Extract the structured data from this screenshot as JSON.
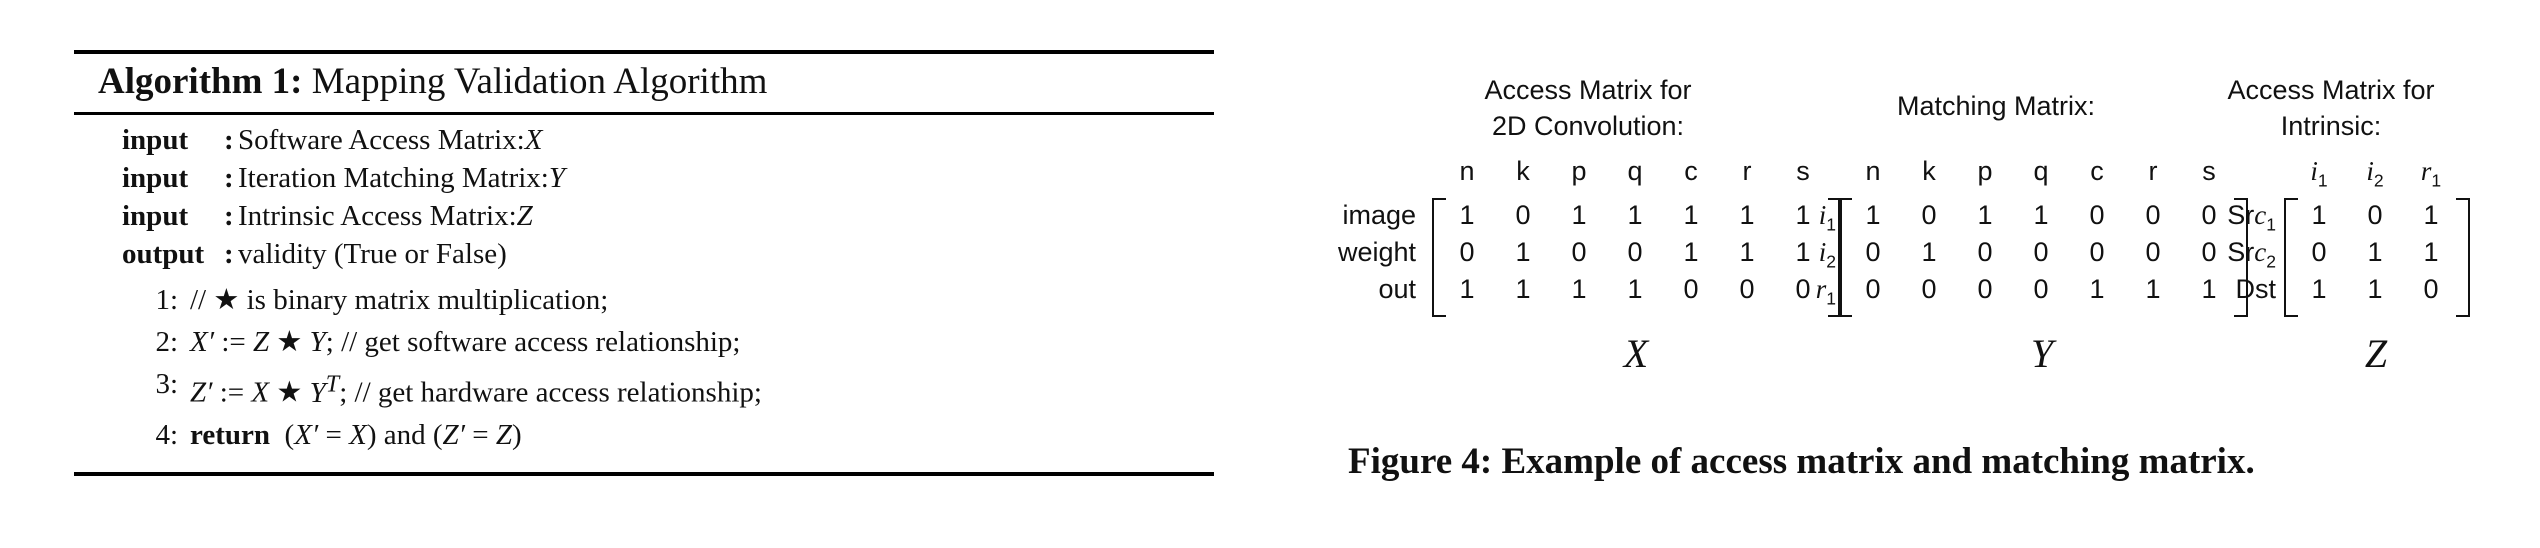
{
  "algorithm": {
    "label": "Algorithm 1:",
    "title": "Mapping Validation Algorithm",
    "io": [
      {
        "kw": "input",
        "text": "Software Access Matrix: ",
        "var": "X"
      },
      {
        "kw": "input",
        "text": "Iteration Matching Matrix: ",
        "var": "Y"
      },
      {
        "kw": "input",
        "text": "Intrinsic Access Matrix: ",
        "var": "Z"
      },
      {
        "kw": "output",
        "text": "validity (True or False)",
        "var": ""
      }
    ],
    "steps": [
      {
        "num": "1:",
        "html": "// ★ is binary matrix multiplication;"
      },
      {
        "num": "2:",
        "html": "<span class=\"math\">X′</span> := <span class=\"math\">Z</span> ★ <span class=\"math\">Y</span>; // get software access relationship;"
      },
      {
        "num": "3:",
        "html": "<span class=\"math\">Z′</span> := <span class=\"math\">X</span> ★ <span class=\"math\">Y<sup>T</sup></span>; // get hardware access relationship;"
      },
      {
        "num": "4:",
        "html": "<span class=\"kw\">return</span>&nbsp; (<span class=\"math\">X′</span> = <span class=\"math\">X</span>) and (<span class=\"math\">Z′</span> = <span class=\"math\">Z</span>)"
      }
    ]
  },
  "figure": {
    "matrices": [
      {
        "title": [
          "Access Matrix for",
          "2D Convolution:"
        ],
        "name": "X",
        "cols": [
          "n",
          "k",
          "p",
          "q",
          "c",
          "r",
          "s"
        ],
        "rows": [
          {
            "label": "image",
            "values": [
              1,
              0,
              1,
              1,
              1,
              1,
              1
            ]
          },
          {
            "label": "weight",
            "values": [
              0,
              1,
              0,
              0,
              1,
              1,
              1
            ]
          },
          {
            "label": "out",
            "values": [
              1,
              1,
              1,
              1,
              0,
              0,
              0
            ]
          }
        ]
      },
      {
        "title": [
          "Matching Matrix:"
        ],
        "name": "Y",
        "cols": [
          "n",
          "k",
          "p",
          "q",
          "c",
          "r",
          "s"
        ],
        "rows": [
          {
            "label": "i1",
            "values": [
              1,
              0,
              1,
              1,
              0,
              0,
              0
            ]
          },
          {
            "label": "i2",
            "values": [
              0,
              1,
              0,
              0,
              0,
              0,
              0
            ]
          },
          {
            "label": "r1",
            "values": [
              0,
              0,
              0,
              0,
              1,
              1,
              1
            ]
          }
        ]
      },
      {
        "title": [
          "Access Matrix for",
          "Intrinsic:"
        ],
        "name": "Z",
        "cols": [
          "i1",
          "i2",
          "r1"
        ],
        "rows": [
          {
            "label": "Src1",
            "values": [
              1,
              0,
              1
            ]
          },
          {
            "label": "Src2",
            "values": [
              0,
              1,
              1
            ]
          },
          {
            "label": "Dst",
            "values": [
              1,
              1,
              0
            ]
          }
        ]
      }
    ],
    "caption": "Figure 4: Example of access matrix and matching matrix."
  }
}
